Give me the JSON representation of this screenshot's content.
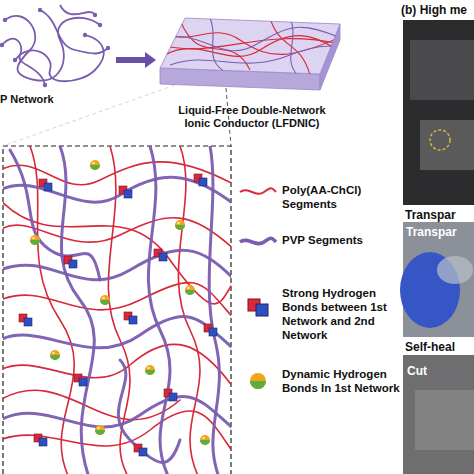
{
  "diagram": {
    "nodes": [
      {
        "text": [
          "P Network"
        ]
      },
      {
        "text": [
          "Liquid-Free Double-Network Ionic Conductor (LFDNIC)"
        ]
      }
    ],
    "edges": [
      {
        "from": 0,
        "to": 1,
        "arrow": "to"
      }
    ],
    "labels": [
      "(b) High me",
      "Transpar",
      "Transpar",
      "Self-heal",
      "Cut"
    ],
    "legend": [
      {
        "text": "Poly(AA-ChCl) Segments"
      },
      {
        "text": "PVP Segments"
      },
      {
        "text": "Strong Hydrogen Bonds between 1st Network and 2nd Network"
      },
      {
        "text": "Dynamic Hydrogen Bonds In 1st Network"
      }
    ]
  }
}
